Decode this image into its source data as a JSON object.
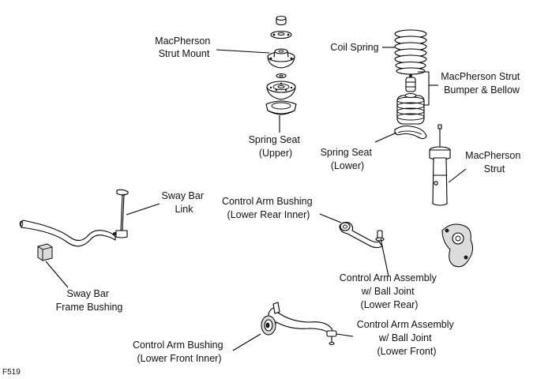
{
  "figure_id": "F519",
  "labels": {
    "strut_mount": [
      "MacPherson",
      "Strut Mount"
    ],
    "spring_seat_upper": [
      "Spring Seat",
      "(Upper)"
    ],
    "coil_spring": [
      "Coil Spring"
    ],
    "bumper_bellow": [
      "MacPherson Strut",
      "Bumper & Bellow"
    ],
    "spring_seat_lower": [
      "Spring Seat",
      "(Lower)"
    ],
    "strut": [
      "MacPherson",
      "Strut"
    ],
    "sway_bar_link": [
      "Sway Bar",
      "Link"
    ],
    "ca_bushing_lower_rear": [
      "Control Arm Bushing",
      "(Lower Rear Inner)"
    ],
    "sway_bar_frame_bushing": [
      "Sway Bar",
      "Frame Bushing"
    ],
    "ca_assembly_lower_rear": [
      "Control Arm Assembly",
      "w/ Ball Joint",
      "(Lower Rear)"
    ],
    "ca_assembly_lower_front": [
      "Control Arm Assembly",
      "w/ Ball Joint",
      "(Lower Front)"
    ],
    "ca_bushing_lower_front": [
      "Control Arm Bushing",
      "(Lower Front Inner)"
    ]
  }
}
